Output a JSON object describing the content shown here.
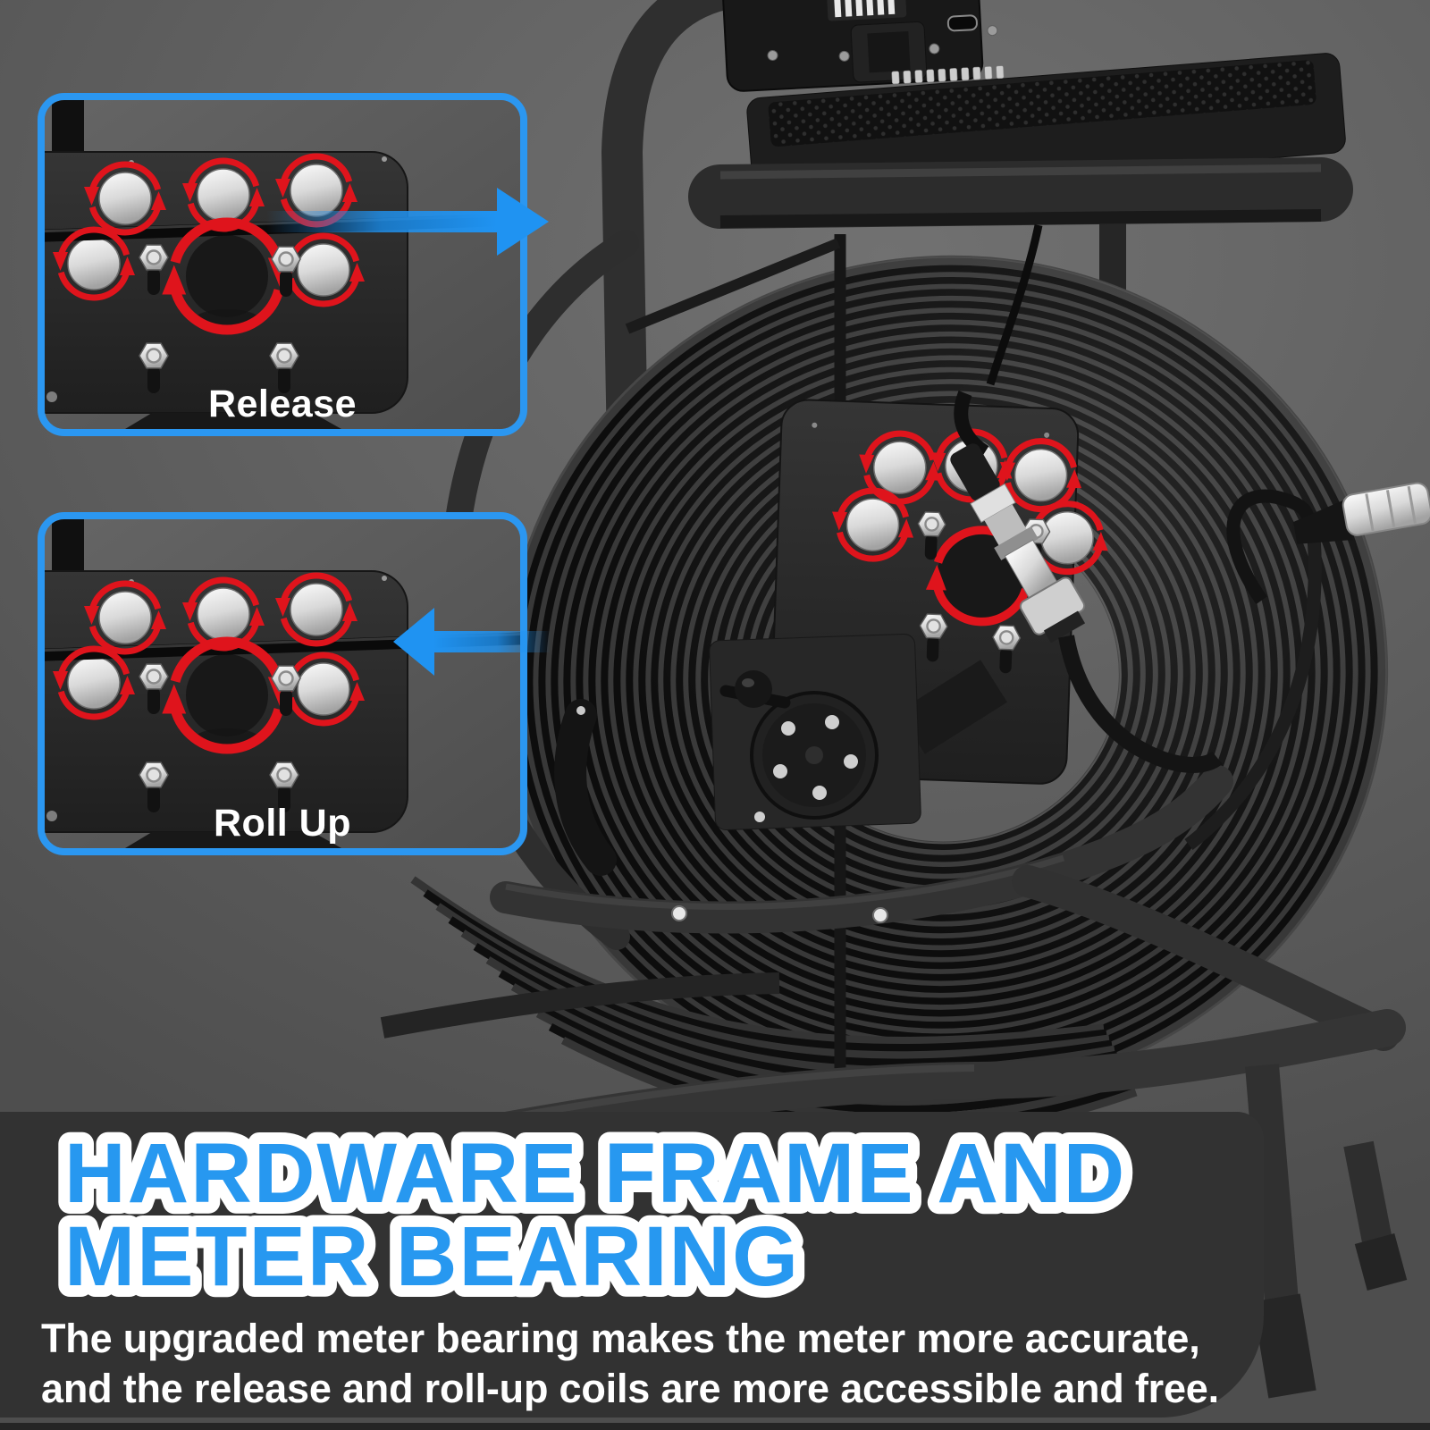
{
  "callouts": {
    "release": {
      "label": "Release",
      "direction_icon": "arrow-right"
    },
    "roll_up": {
      "label": "Roll Up",
      "direction_icon": "arrow-left"
    }
  },
  "footer": {
    "heading_line1": "HARDWARE FRAME AND",
    "heading_line2": "METER BEARING",
    "body_line1": "The upgraded meter bearing makes the meter more accurate,",
    "body_line2": "and the release and roll-up coils are more accessible and free."
  },
  "icons": {
    "rotation": "circular-rotation-arrows",
    "release_direction": "blue-arrow-right",
    "roll_up_direction": "blue-arrow-left"
  },
  "colors": {
    "callout_border_blue": "#2b97f1",
    "arrow_blue": "#1f93f2",
    "rotation_arrow_red": "#df141c",
    "heading_fill": "#2798f0",
    "heading_outline": "#ffffff",
    "text_band_background": "#323232",
    "body_text": "#ffffff"
  }
}
